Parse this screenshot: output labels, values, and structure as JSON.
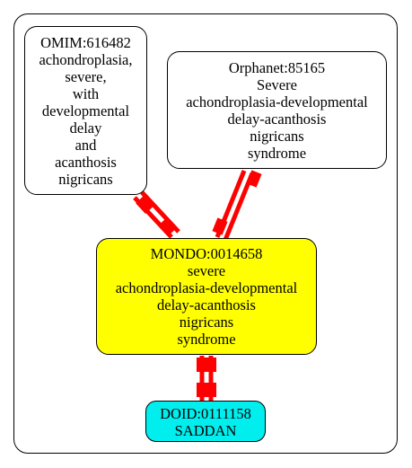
{
  "nodes": {
    "omim": {
      "lines": [
        "OMIM:616482",
        "achondroplasia,",
        "severe,",
        "with",
        "developmental",
        "delay",
        "and",
        "acanthosis",
        "nigricans"
      ]
    },
    "orphanet": {
      "lines": [
        "Orphanet:85165",
        "Severe",
        "achondroplasia-developmental",
        "delay-acanthosis",
        "nigricans",
        "syndrome"
      ]
    },
    "mondo": {
      "lines": [
        "MONDO:0014658",
        "severe",
        "achondroplasia-developmental",
        "delay-acanthosis",
        "nigricans",
        "syndrome"
      ],
      "fill": "#ffff00"
    },
    "doid": {
      "lines": [
        "DOID:0111158",
        "SADDAN"
      ],
      "fill": "#00eeee"
    }
  },
  "edges": [
    {
      "from": "omim",
      "to": "mondo"
    },
    {
      "from": "orphanet",
      "to": "mondo"
    },
    {
      "from": "mondo",
      "to": "doid"
    }
  ],
  "colors": {
    "edge": "#ff0000",
    "border": "#000000",
    "background": "#ffffff"
  }
}
